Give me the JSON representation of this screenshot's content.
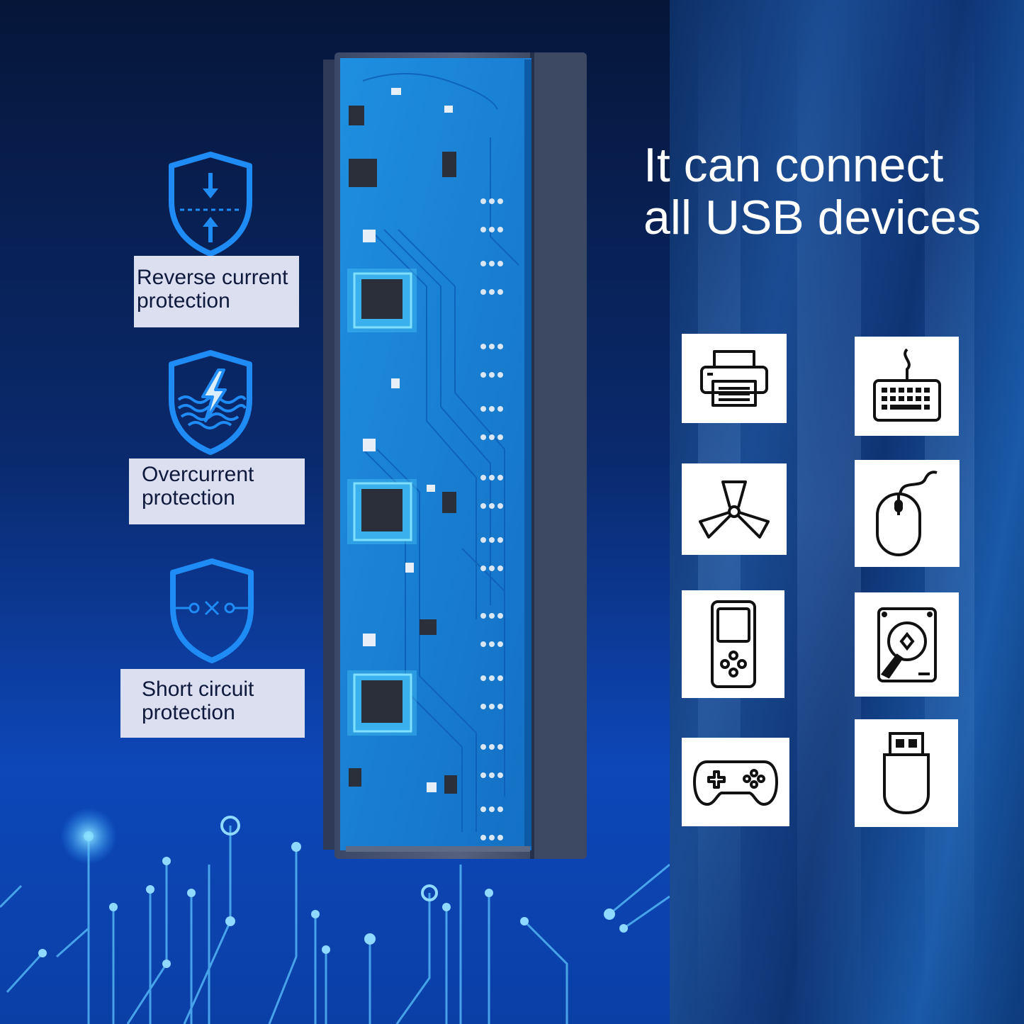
{
  "headline": {
    "line1": "It can connect",
    "line2": "all USB devices"
  },
  "protections": [
    {
      "line1": "Reverse current",
      "line2": "protection",
      "icon": "reverse-current-shield-icon"
    },
    {
      "line1": "Overcurrent",
      "line2": "protection",
      "icon": "overcurrent-shield-icon"
    },
    {
      "line1": "Short circuit",
      "line2": "protection",
      "icon": "short-circuit-shield-icon"
    }
  ],
  "devices": [
    "printer-icon",
    "keyboard-icon",
    "fan-icon",
    "mouse-icon",
    "media-player-icon",
    "hard-drive-icon",
    "gamepad-icon",
    "usb-drive-icon"
  ],
  "colors": {
    "shield_blue": "#1f8cf5",
    "label_bg": "#dcdff0",
    "board_blue": "#1a86d6"
  }
}
